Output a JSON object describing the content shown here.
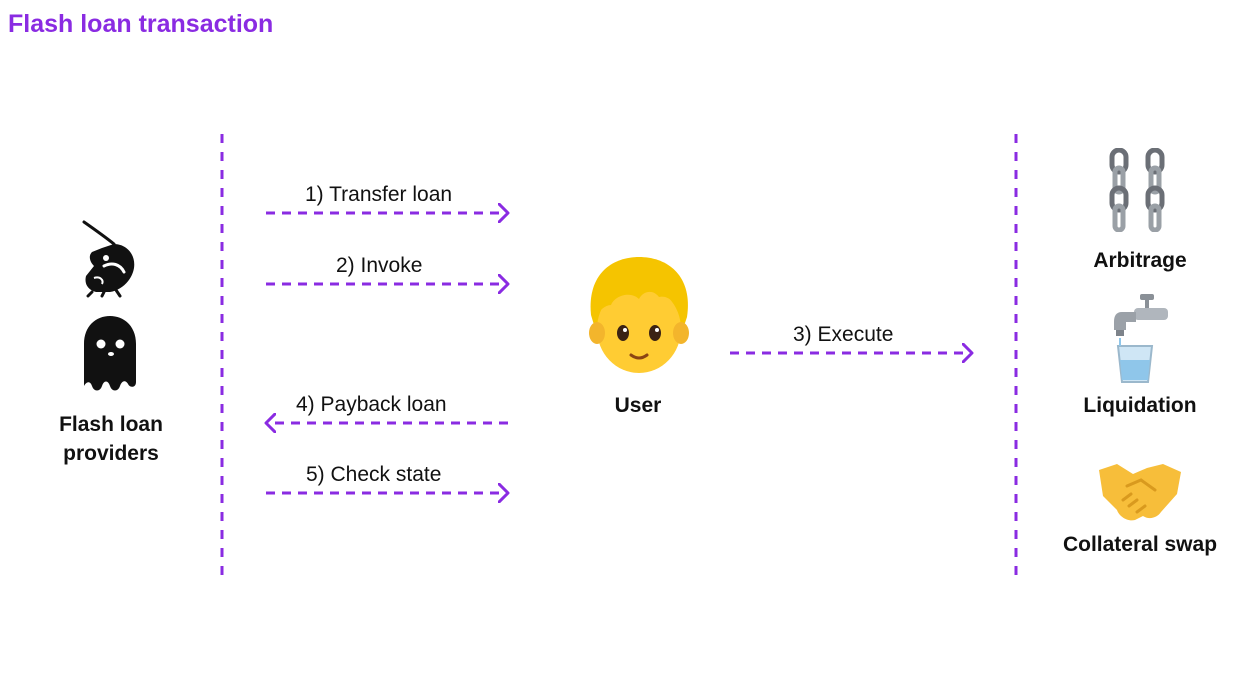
{
  "title": "Flash loan transaction",
  "colors": {
    "accent": "#8a2be2",
    "text": "#111111",
    "background": "#ffffff"
  },
  "nodes": {
    "providers": {
      "label": "Flash loan providers",
      "icons": [
        "unicorn-logo-icon",
        "ghost-icon"
      ]
    },
    "user": {
      "label": "User",
      "icon": "person-emoji-icon"
    },
    "use_cases": [
      {
        "label": "Arbitrage",
        "icon": "chains-icon"
      },
      {
        "label": "Liquidation",
        "icon": "faucet-icon"
      },
      {
        "label": "Collateral swap",
        "icon": "handshake-icon"
      }
    ]
  },
  "steps": [
    {
      "label": "1) Transfer loan",
      "direction": "right"
    },
    {
      "label": "2) Invoke",
      "direction": "right"
    },
    {
      "label": "3) Execute",
      "direction": "right"
    },
    {
      "label": "4) Payback loan",
      "direction": "left"
    },
    {
      "label": "5) Check state",
      "direction": "right"
    }
  ]
}
